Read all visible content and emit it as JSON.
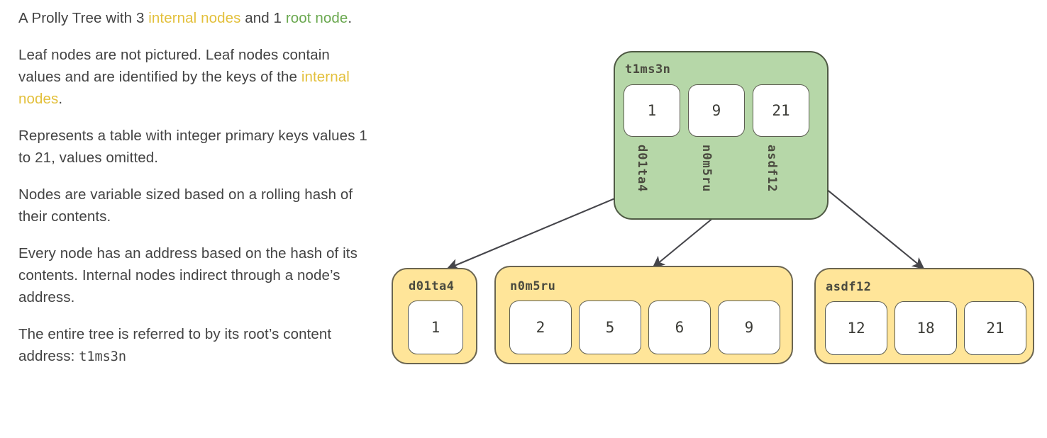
{
  "prose": {
    "p1_a": "A Prolly Tree with 3 ",
    "p1_internal": "internal nodes",
    "p1_b": " and 1 ",
    "p1_root": "root node",
    "p1_c": ".",
    "p2_a": "Leaf nodes are not pictured. Leaf nodes contain values and are identified by the keys of the ",
    "p2_internal": "internal nodes",
    "p2_b": ".",
    "p3": "Represents a table with integer primary keys values 1 to 21, values omitted.",
    "p4": "Nodes are variable sized based on a rolling hash of their contents.",
    "p5": "Every node has an address based on the hash of its contents. Internal nodes indirect through a node’s address.",
    "p6_a": "The entire tree is referred to by its root’s content address: ",
    "p6_address": "t1ms3n"
  },
  "colors": {
    "internal_node_text": "#e3c03c",
    "root_node_text": "#6aa84f",
    "root_node_fill": "#b6d7a8",
    "internal_node_fill": "#ffe599",
    "node_border": "#595a4a",
    "arrow": "#45454a",
    "body_text": "#434343"
  },
  "diagram": {
    "root": {
      "address": "t1ms3n",
      "keys": [
        "1",
        "9",
        "21"
      ],
      "pointers": [
        "d01ta4",
        "n0m5ru",
        "asdf12"
      ]
    },
    "children": [
      {
        "address": "d01ta4",
        "keys": [
          "1"
        ]
      },
      {
        "address": "n0m5ru",
        "keys": [
          "2",
          "5",
          "6",
          "9"
        ]
      },
      {
        "address": "asdf12",
        "keys": [
          "12",
          "18",
          "21"
        ]
      }
    ],
    "edges": [
      {
        "from": "t1ms3n",
        "to": "d01ta4"
      },
      {
        "from": "t1ms3n",
        "to": "n0m5ru"
      },
      {
        "from": "t1ms3n",
        "to": "asdf12"
      }
    ]
  }
}
